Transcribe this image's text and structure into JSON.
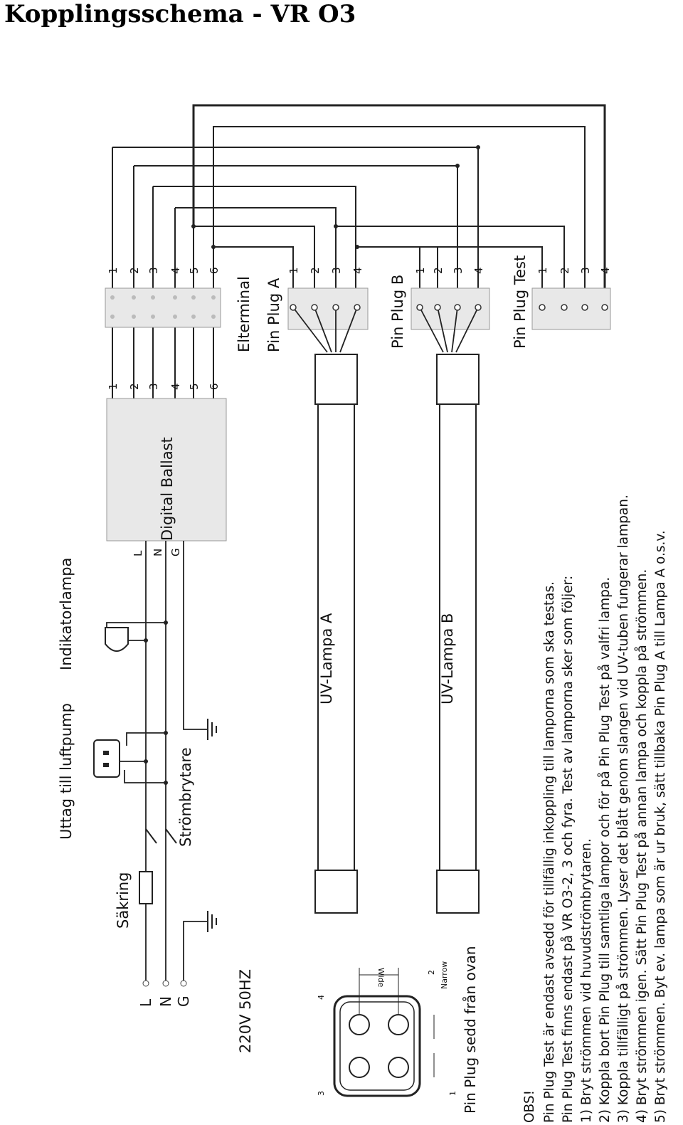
{
  "title": "Kopplingsschema - VR O3",
  "labels": {
    "ballast": "Digital Ballast",
    "elterminal": "Elterminal",
    "pin_plug_a": "Pin Plug A",
    "pin_plug_b": "Pin Plug B",
    "pin_plug_test": "Pin Plug Test",
    "uv_lampa_a": "UV-Lampa A",
    "uv_lampa_b": "UV-Lampa B",
    "indikatorlampa": "Indikatorlampa",
    "uttag": "Uttag till luftpump",
    "sakring": "Säkring",
    "strombrytare": "Strömbrytare",
    "supply": "220V 50HZ",
    "pin_plug_view": "Pin Plug sedd från ovan",
    "wide": "Wide",
    "narrow": "Narrow"
  },
  "mains_labels": [
    "L",
    "N",
    "G"
  ],
  "ballast_inputs": [
    "L",
    "N",
    "G"
  ],
  "ballast_outputs": [
    "1",
    "2",
    "3",
    "4",
    "5",
    "6"
  ],
  "terminal_top": [
    "1",
    "2",
    "3",
    "4",
    "5",
    "6"
  ],
  "plug_a_pins": [
    "1",
    "2",
    "3",
    "4"
  ],
  "plug_b_pins": [
    "1",
    "2",
    "3",
    "4"
  ],
  "plug_test_pins": [
    "1",
    "2",
    "3",
    "4"
  ],
  "plug_view_pins": [
    "1",
    "2",
    "3",
    "4"
  ],
  "notes": {
    "heading": "OBS!",
    "lines": [
      "Pin Plug Test är endast avsedd för tillfällig inkoppling till lamporna som ska testas.",
      "Pin Plug Test finns endast på VR O3-2, 3 och fyra. Test av lamporna sker som följer:",
      "1) Bryt strömmen vid huvudströmbrytaren.",
      "2) Koppla bort Pin Plug till samtliga lampor och för på Pin Plug Test på valfri lampa.",
      "3) Koppla tillfälligt på strömmen. Lyser det blått genom slangen vid UV-tuben fungerar lampan.",
      "4) Bryt strömmen igen. Sätt Pin Plug Test på annan lampa och koppla på strömmen.",
      "5) Bryt strömmen. Byt ev. lampa som är ur bruk, sätt tillbaka Pin Plug A till Lampa A o.s.v."
    ]
  }
}
